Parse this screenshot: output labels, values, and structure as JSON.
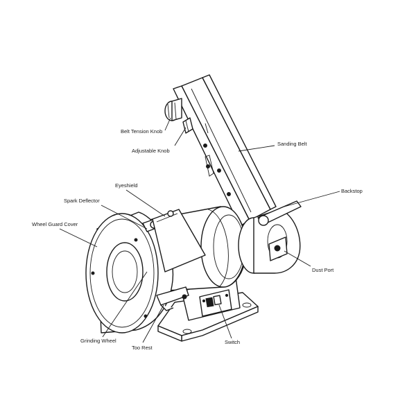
{
  "diagram": {
    "labels": {
      "belt_tension_knob": "Belt Tension Knob",
      "adjustable_knob": "Adjustable Knob",
      "sanding_belt": "Sanding Belt",
      "eyeshield": "Eyeshield",
      "spark_deflector": "Spark Deflector",
      "backstop": "Backstop",
      "wheel_guard_cover": "Wheel Guard Cover",
      "dust_port": "Dust Port",
      "grinding_wheel": "Grinding Wheel",
      "tool_rest": "Too Rest",
      "switch": "Switch"
    }
  }
}
